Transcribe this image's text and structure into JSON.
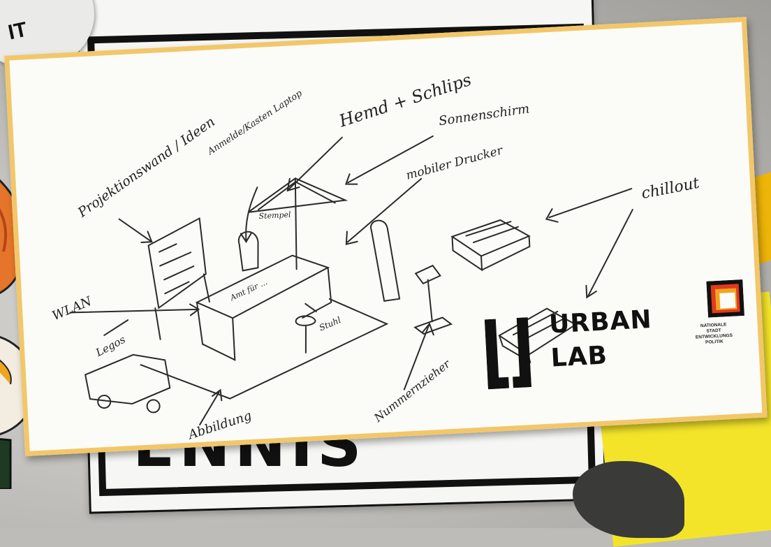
{
  "background": {
    "badge_text": "IT",
    "poster_word": "ENNIS",
    "colors": {
      "accent_yellow": "#f3e42a",
      "card_border": "#f2c76a",
      "beam_orange": "#f0a51e"
    }
  },
  "sketch": {
    "labels": {
      "projection": "Projektionswand / Ideen",
      "wlan": "WLAN",
      "lego": "Legos",
      "laptop": "Anmelde/Kasten Laptop",
      "shirt": "Hemd + Schlips",
      "sunshade": "Sonnenschirm",
      "mobile_printer": "mobiler Drucker",
      "stamp": "Stempel",
      "desk": "Amt für …",
      "stool": "Stuhl",
      "chillout": "chillout",
      "number_puller": "Nummernzieher",
      "floor": "Abbildung"
    }
  },
  "logo": {
    "word_1": "URBAN",
    "word_2": "LAB",
    "partner_lines": [
      "NATIONALE",
      "STADT",
      "ENTWICKLUNGS",
      "POLITIK"
    ]
  }
}
